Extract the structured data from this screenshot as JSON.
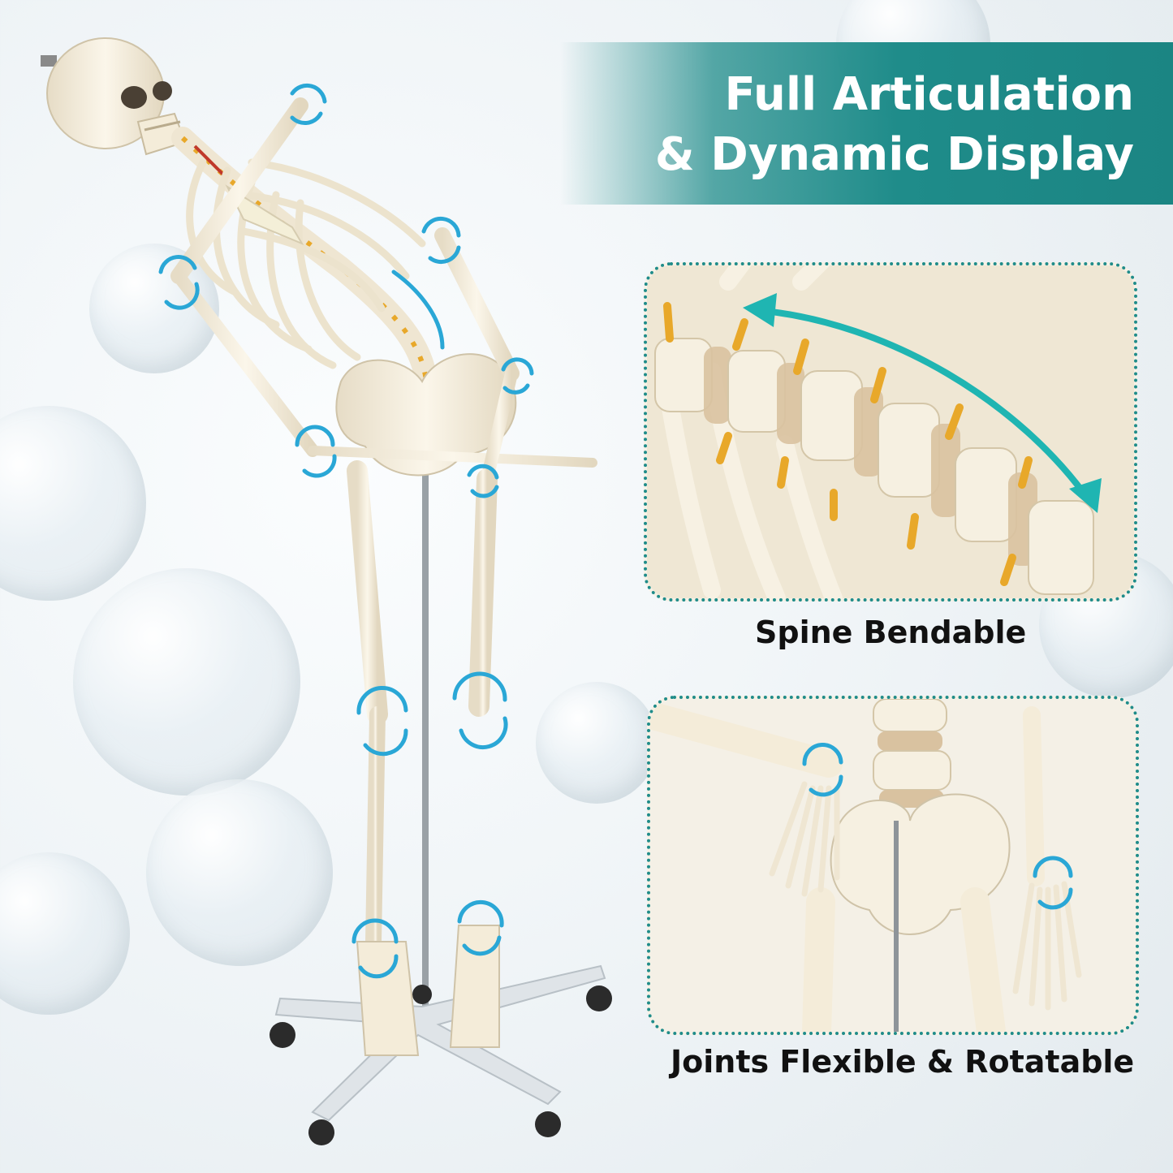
{
  "banner": {
    "line1": "Full Articulation",
    "line2": "& Dynamic Display"
  },
  "panels": [
    {
      "caption": "Spine Bendable"
    },
    {
      "caption": "Joints Flexible & Rotatable"
    }
  ],
  "colors": {
    "accent_teal": "#1f8c8a",
    "arrow_blue": "#2aa7d6",
    "bone": "#f3ecdc",
    "disc": "#d9c2a0",
    "nerve": "#e8a82a"
  }
}
